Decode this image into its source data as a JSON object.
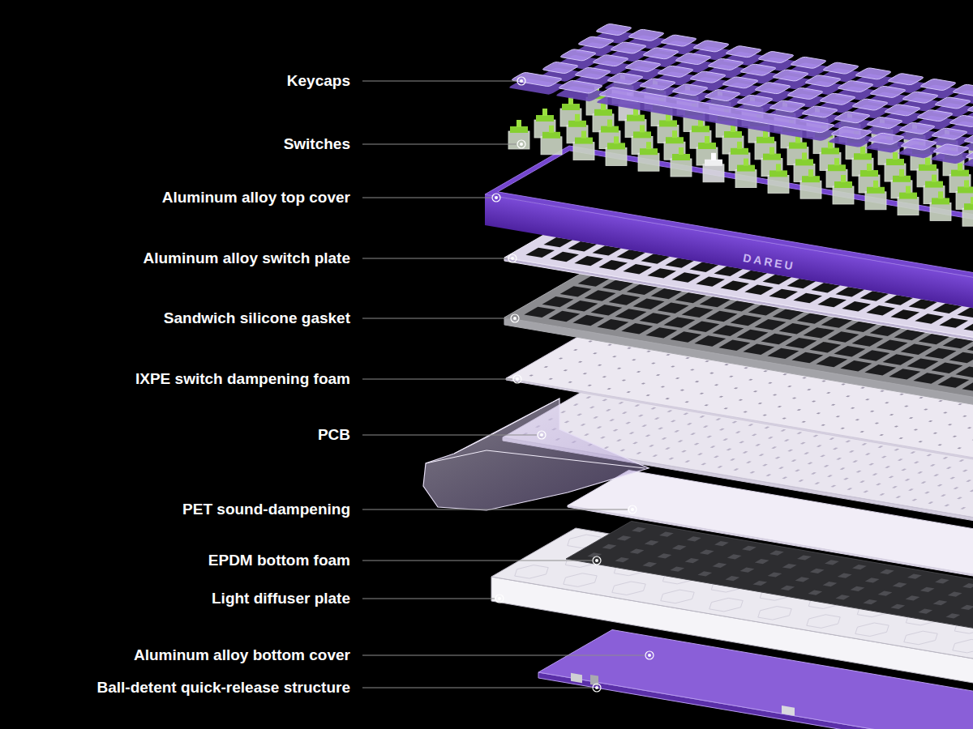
{
  "diagram": {
    "labels": [
      "Keycaps",
      "Switches",
      "Aluminum alloy top cover",
      "Aluminum alloy switch plate",
      "Sandwich silicone gasket",
      "IXPE switch dampening foam",
      "PCB",
      "PET sound-dampening",
      "EPDM bottom foam",
      "Light diffuser plate",
      "Aluminum alloy bottom cover",
      "Ball-detent quick-release structure",
      "DAREU"
    ]
  }
}
